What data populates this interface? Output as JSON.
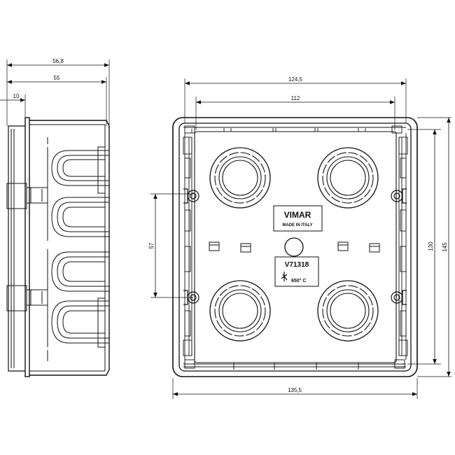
{
  "drawing": {
    "side_view": {
      "dim_overall_depth": "56,8",
      "dim_body_depth": "55",
      "dim_flange": "10"
    },
    "front_view": {
      "dim_outer_width": "124,5",
      "dim_inner_width": "112",
      "dim_flange_width": "135,5",
      "dim_screw_spacing": "57",
      "dim_inner_height": "130",
      "dim_outer_height": "145"
    },
    "marking": {
      "brand": "VIMAR",
      "origin": "MADE IN ITALY",
      "code": "V71318",
      "temperature": "650° C"
    }
  }
}
